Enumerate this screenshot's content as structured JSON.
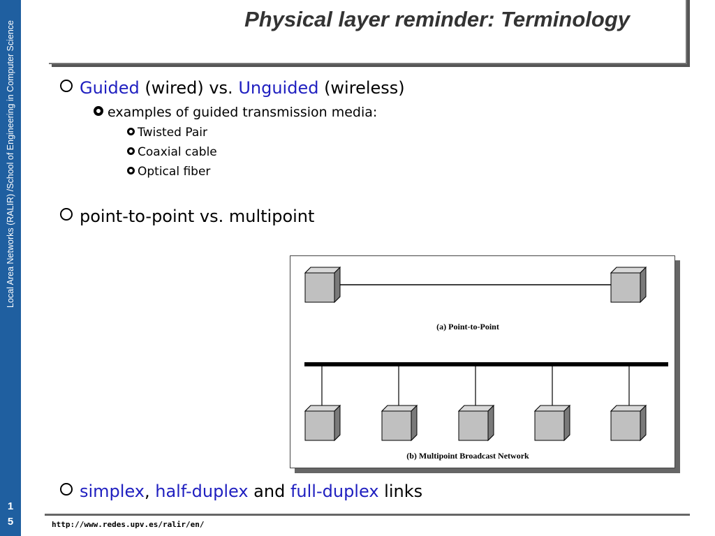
{
  "sidebar": {
    "vertical_text": "Local Area Networks (RALIR) /School of Engineering in Computer Science",
    "page_digits": [
      "1",
      "5"
    ],
    "color": "#1f5fa0"
  },
  "title": "Physical layer reminder: Terminology",
  "bullets": {
    "guided": {
      "guided": "Guided",
      "wired": " (wired) vs. ",
      "unguided": "Unguided",
      "wireless": " (wireless)"
    },
    "examples_intro": "examples of guided transmission media:",
    "media": [
      "Twisted Pair",
      "Coaxial cable",
      "Optical fiber"
    ],
    "point": "point-to-point vs. multipoint",
    "duplex": {
      "simplex": "simplex",
      "comma": ", ",
      "half": "half-duplex",
      "and": " and ",
      "full": "full-duplex",
      "links": " links"
    }
  },
  "figure": {
    "caption_a": "(a) Point-to-Point",
    "caption_b": "(b) Multipoint Broadcast Network"
  },
  "footer": {
    "url": "http://www.redes.upv.es/ralir/en/"
  },
  "colors": {
    "accent_blue": "#2020c0",
    "box_gray": "#c0c0c0"
  }
}
